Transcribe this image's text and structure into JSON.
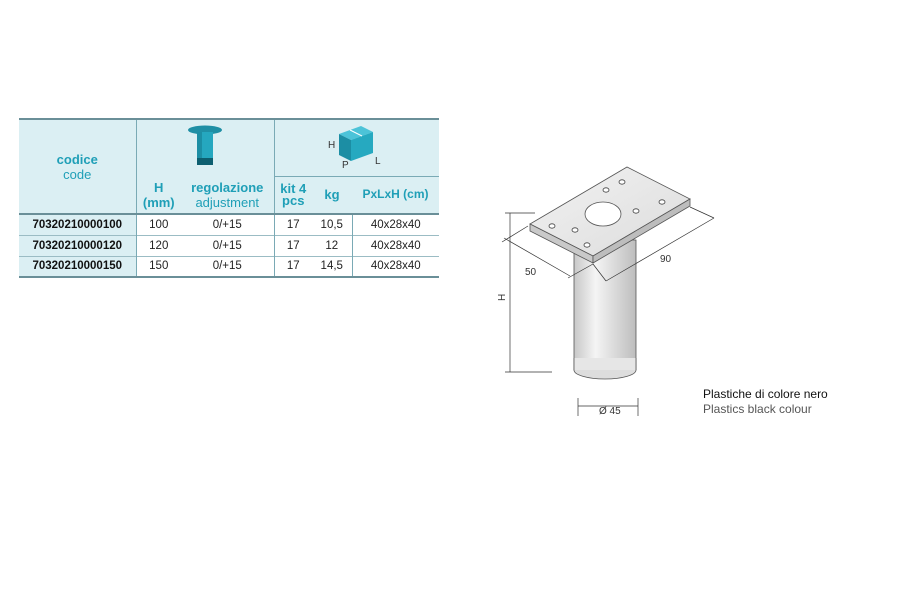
{
  "table": {
    "header": {
      "code_it": "codice",
      "code_en": "code",
      "h_label": "H",
      "h_unit": "(mm)",
      "adj_it": "regolazione",
      "adj_en": "adjustment",
      "kit_label": "kit 4",
      "kit_unit": "pcs",
      "kg_label": "kg",
      "dims_label": "PxLxH (cm)",
      "box_h": "H",
      "box_p": "P",
      "box_l": "L"
    },
    "rows": [
      {
        "code": "70320210000100",
        "h": "100",
        "adj": "0/+15",
        "kit": "17",
        "kg": "10,5",
        "dims": "40x28x40"
      },
      {
        "code": "70320210000120",
        "h": "120",
        "adj": "0/+15",
        "kit": "17",
        "kg": "12",
        "dims": "40x28x40"
      },
      {
        "code": "70320210000150",
        "h": "150",
        "adj": "0/+15",
        "kit": "17",
        "kg": "14,5",
        "dims": "40x28x40"
      }
    ]
  },
  "drawing": {
    "dim_50": "50",
    "dim_90": "90",
    "dim_h": "H",
    "dim_diameter": "Ø 45"
  },
  "note": {
    "it": "Plastiche di colore nero",
    "en": "Plastics black colour"
  },
  "colors": {
    "accent": "#1f9fb7",
    "header_bg": "#dbeff3"
  }
}
